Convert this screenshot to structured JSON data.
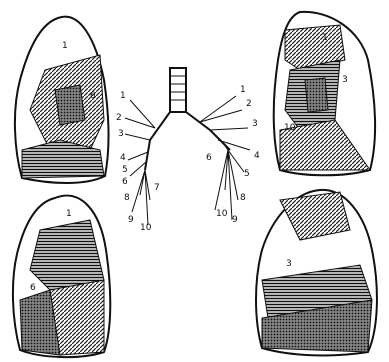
{
  "figure": {
    "top_left": {
      "labels": [
        "1",
        "6"
      ]
    },
    "top_right": {
      "labels": [
        "1",
        "3",
        "10"
      ]
    },
    "bottom_left": {
      "labels": [
        "1",
        "6"
      ]
    },
    "bottom_right": {
      "labels": [
        "3"
      ]
    },
    "bronchial_tree": {
      "left_labels": [
        "1",
        "2",
        "3",
        "4",
        "5",
        "6",
        "7",
        "8",
        "9",
        "10"
      ],
      "right_labels": [
        "1",
        "2",
        "3",
        "4",
        "5",
        "6",
        "8",
        "9",
        "10"
      ]
    }
  },
  "colors": {
    "ink": "#111111",
    "paper": "#ffffff",
    "shade": "#555555"
  }
}
